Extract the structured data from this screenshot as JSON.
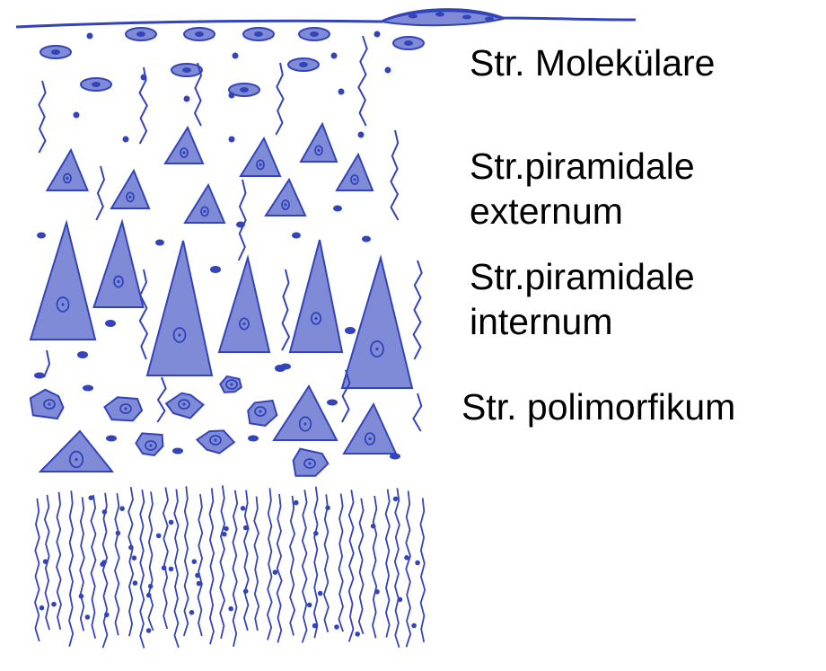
{
  "diagram": {
    "ink_color": "#3344bb",
    "fill_color": "#7f8bd6",
    "background_color": "#ffffff",
    "layers": [
      {
        "label_line1": "Str. Molekülare",
        "label_line2": ""
      },
      {
        "label_line1": "Str.piramidale",
        "label_line2": "externum"
      },
      {
        "label_line1": "Str.piramidale",
        "label_line2": "internum"
      },
      {
        "label_line1": "Str. polimorfikum",
        "label_line2": ""
      }
    ]
  }
}
